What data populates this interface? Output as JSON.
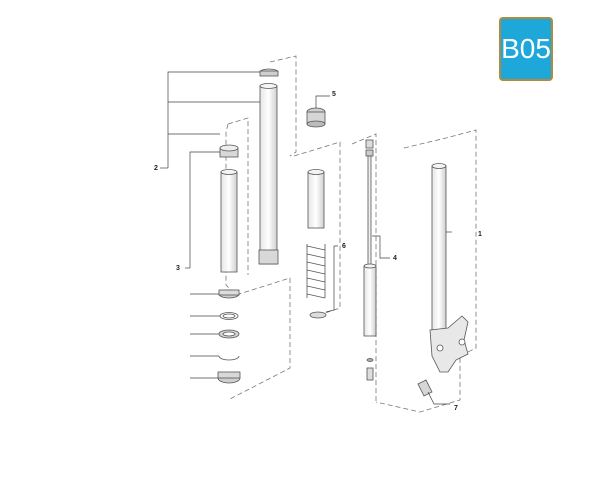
{
  "badge": {
    "label": "B05",
    "bg": "#1ea7d9",
    "border": "#b08a3e"
  },
  "callouts": [
    "1",
    "2",
    "3",
    "4",
    "5",
    "6",
    "7"
  ],
  "colors": {
    "line": "#555555",
    "fill": "#f0f0f0",
    "shade": "#cfcfcf"
  }
}
